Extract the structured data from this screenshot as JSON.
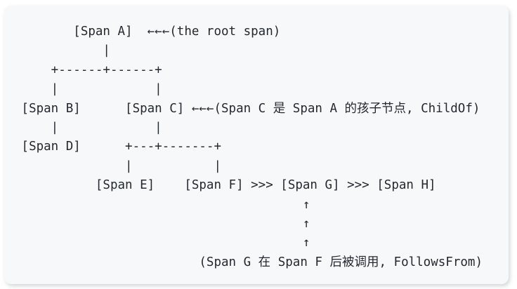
{
  "colors": {
    "page_background": "#ffffff",
    "panel_background": "#f6f8fa",
    "text": "#24292f"
  },
  "code_block": {
    "lines": [
      "        [Span A]  ←←←(the root span)",
      "            |",
      "     +------+------+",
      "     |             |",
      " [Span B]      [Span C] ←←←(Span C 是 Span A 的孩子节点, ChildOf)",
      "     |             |",
      " [Span D]      +---+-------+",
      "               |           |",
      "           [Span E]    [Span F] >>> [Span G] >>> [Span H]",
      "                                       ↑",
      "                                       ↑",
      "                                       ↑",
      "                         (Span G 在 Span F 后被调用, FollowsFrom)"
    ]
  }
}
